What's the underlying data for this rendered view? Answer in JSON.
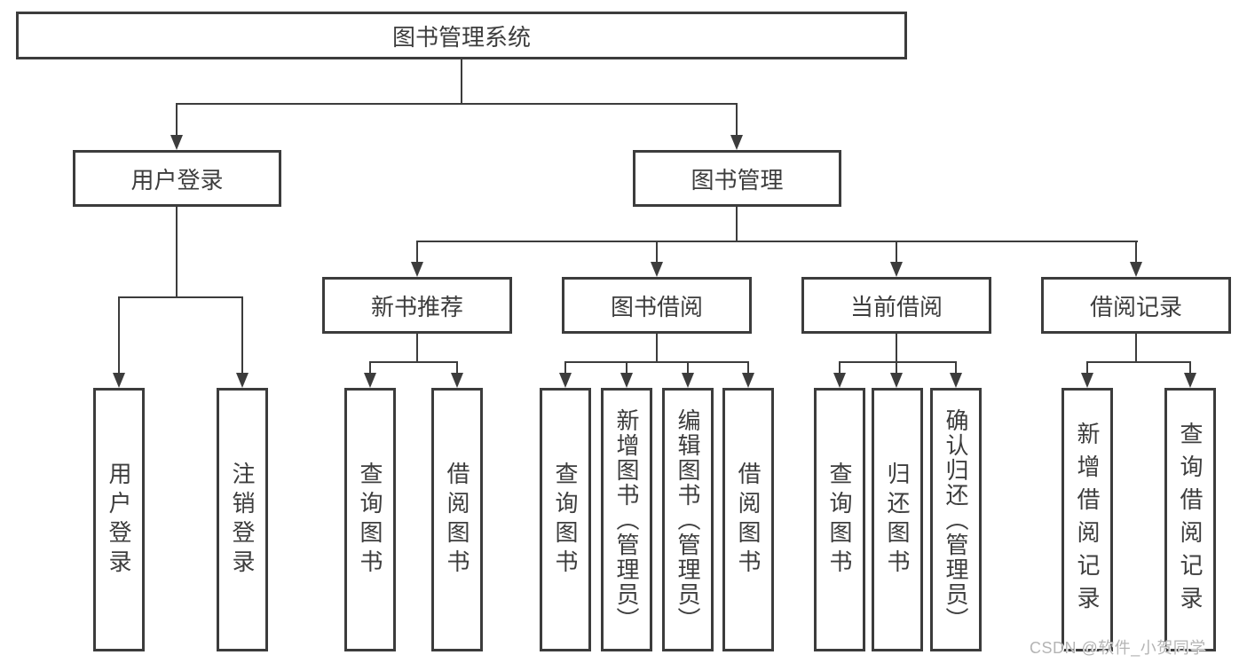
{
  "diagram": {
    "title": "图书管理系统",
    "children": [
      {
        "label": "用户登录",
        "children": [
          {
            "label": "用户登录"
          },
          {
            "label": "注销登录"
          }
        ]
      },
      {
        "label": "图书管理",
        "children": [
          {
            "label": "新书推荐",
            "children": [
              {
                "label": "查询图书"
              },
              {
                "label": "借阅图书"
              }
            ]
          },
          {
            "label": "图书借阅",
            "children": [
              {
                "label": "查询图书"
              },
              {
                "label": "新增图书（管理员）"
              },
              {
                "label": "编辑图书（管理员）"
              },
              {
                "label": "借阅图书"
              }
            ]
          },
          {
            "label": "当前借阅",
            "children": [
              {
                "label": "查询图书"
              },
              {
                "label": "归还图书"
              },
              {
                "label": "确认归还（管理员）"
              }
            ]
          },
          {
            "label": "借阅记录",
            "children": [
              {
                "label": "新增借阅记录"
              },
              {
                "label": "查询借阅记录"
              }
            ]
          }
        ]
      }
    ]
  },
  "watermark": {
    "text": "CSDN @软件_小贺同学"
  },
  "colors": {
    "line": "#3c3c3c",
    "text": "#3d3d3d",
    "background": "#ffffff",
    "watermark": "#b4b4b4"
  }
}
